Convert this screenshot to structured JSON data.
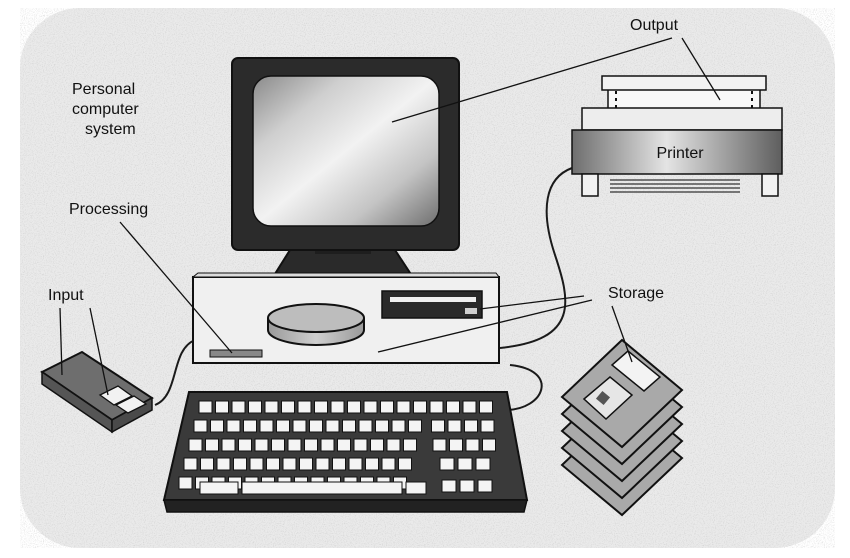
{
  "labels": {
    "system_line1": "Personal",
    "system_line2": "computer",
    "system_line3": "system",
    "processing": "Processing",
    "input": "Input",
    "output": "Output",
    "printer": "Printer",
    "storage": "Storage"
  },
  "colors": {
    "background_speckle": "#d6d6d6",
    "outline": "#1a1a1a",
    "monitor_dark": "#2b2b2b",
    "screen_light": "#ececec",
    "screen_dark": "#6a6a6a",
    "case_fill": "#f0f0f0",
    "disk_fill": "#b8b8b8",
    "keyboard_body": "#3a3a3a",
    "key_fill": "#f4f4f4",
    "printer_body": "#9a9a9a",
    "paper_fill": "#f8f8f8",
    "mouse_body": "#707070",
    "floppy_fill": "#a9a9a9"
  },
  "icons": [
    "monitor-icon",
    "system-unit-icon",
    "keyboard-icon",
    "mouse-icon",
    "printer-icon",
    "floppy-disk-stack-icon",
    "hard-disk-platters-icon"
  ]
}
